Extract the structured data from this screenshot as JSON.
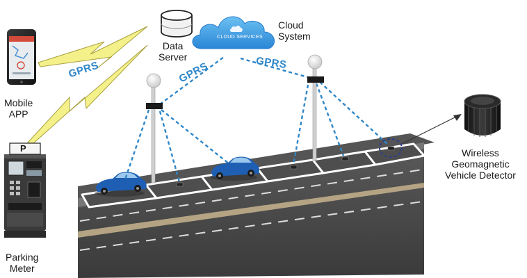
{
  "labels": {
    "data_server": [
      "Data",
      "Server"
    ],
    "cloud_system": [
      "Cloud",
      "System"
    ],
    "cloud_services": "CLOUD SERVICES",
    "mobile_app": [
      "Mobile",
      "APP"
    ],
    "parking_meter": [
      "Parking",
      "Meter"
    ],
    "parking_sign": "P",
    "detector": [
      "Wireless",
      "Geomagnetic",
      "Vehicle Detector"
    ],
    "gprs": [
      "GPRS",
      "GPRS",
      "GPRS"
    ]
  },
  "colors": {
    "gprs_text": "#2e86c8",
    "wireless_link": "#2e86c8",
    "lightning": "#f4f08a",
    "cloud": "#3d9be3",
    "road": "#4a4a4a",
    "car": "#1e5fb4"
  }
}
